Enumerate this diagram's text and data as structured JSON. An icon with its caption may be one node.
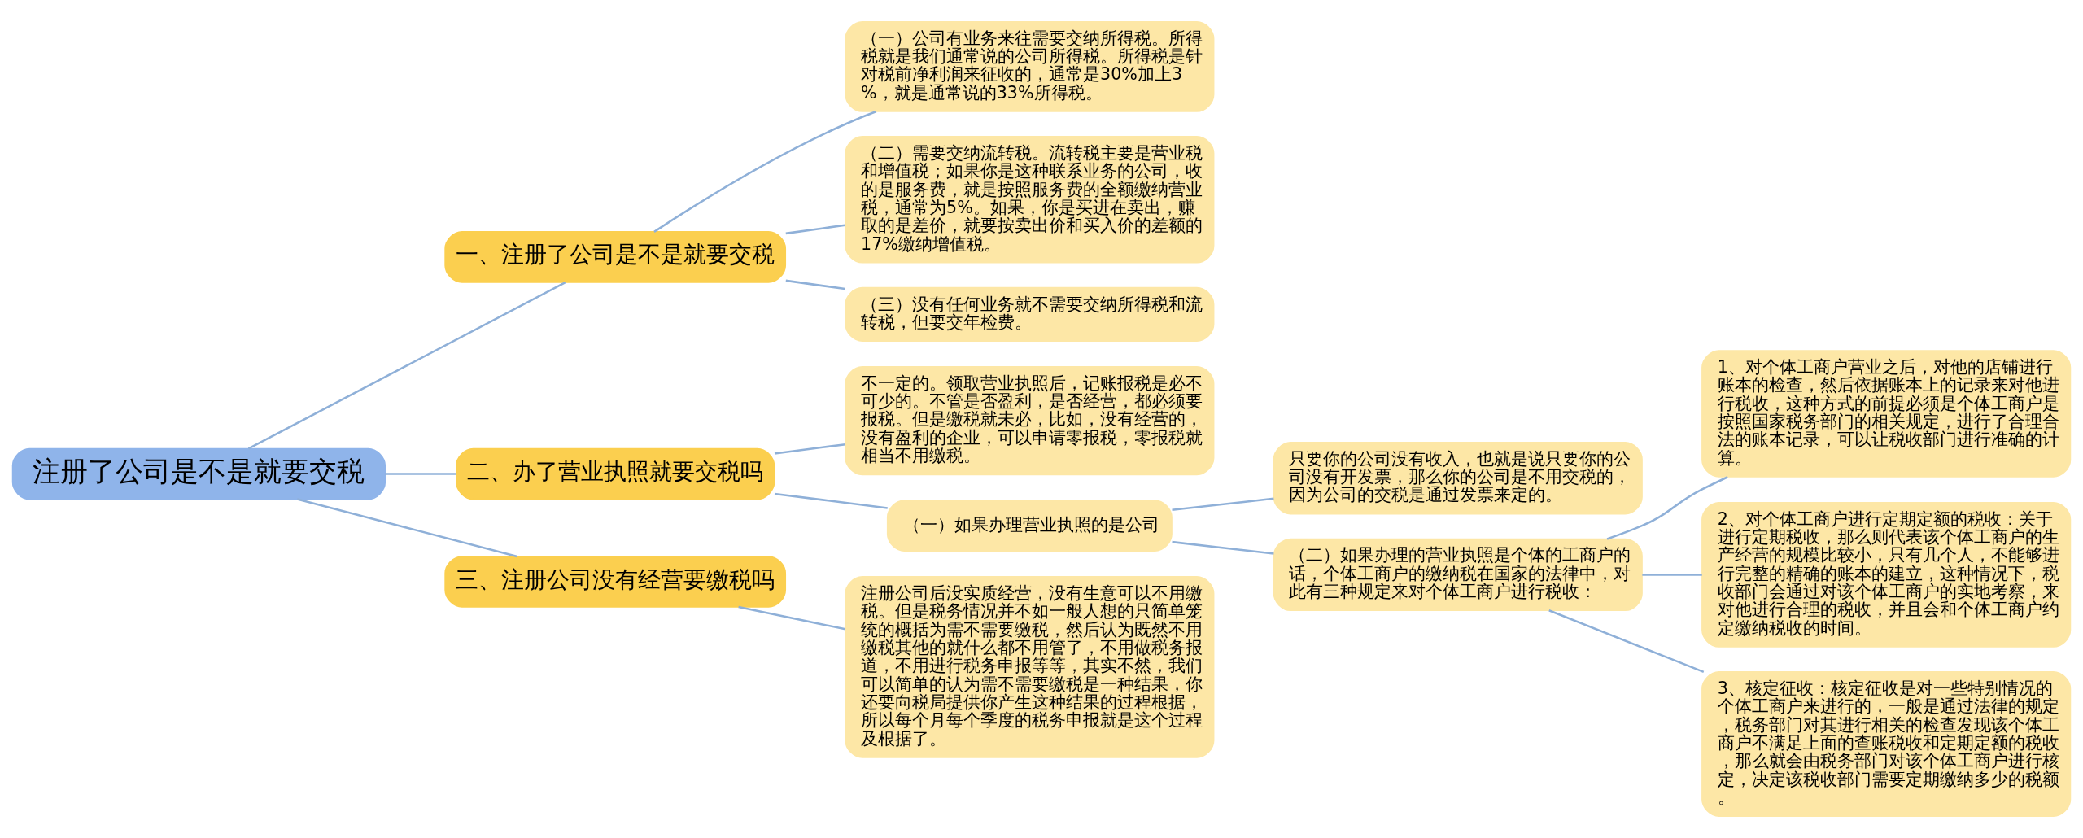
{
  "diagram": {
    "nodes": [
      {
        "text": [
          "注册了公司是不是就要交税"
        ]
      },
      {
        "text": [
          "一、注册了公司是不是就要交税"
        ]
      },
      {
        "text": [
          "（一）公司有业务来往需要交纳所得税。所得税就是我们通常说的公司所得税。所得税是针对税前净利润来征收的，通常是30%加上3%，就是通常说的33%所得税。"
        ]
      },
      {
        "text": [
          "（二）需要交纳流转税。流转税主要是营业税和增值税；如果你是这种联系业务的公司，收的是服务费，就是按照服务费的全额缴纳营业税，通常为5%。如果，你是买进在卖出，赚取的是差价，就要按卖出价和买入价的差额的17%缴纳增值税。"
        ]
      },
      {
        "text": [
          "（三）没有任何业务就不需要交纳所得税和流转税，但要交年检费。"
        ]
      },
      {
        "text": [
          "二、办了营业执照就要交税吗"
        ]
      },
      {
        "text": [
          "不一定的。领取营业执照后，记账报税是必不可少的。不管是否盈利，是否经营，都必须要报税。但是缴税就未必，比如，没有经营的，没有盈利的企业，可以申请零报税，零报税就相当不用缴税。"
        ]
      },
      {
        "text": [
          "（一）如果办理营业执照的是公司"
        ]
      },
      {
        "text": [
          "只要你的公司没有收入，也就是说只要你的公司没有开发票，那么你的公司是不用交税的，因为公司的交税是通过发票来定的。"
        ]
      },
      {
        "text": [
          "（二）如果办理的营业执照是个体的工商户的话，个体工商户的缴纳税在国家的法律中，对此有三种规定来对个体工商户进行税收："
        ]
      },
      {
        "text": [
          "1、对个体工商户营业之后，对他的店铺进行账本的检查，然后依据账本上的记录来对他进行税收，这种方式的前提必须是个体工商户是按照国家税务部门的相关规定，进行了合理合法的账本记录，可以让税收部门进行准确的计算。"
        ]
      },
      {
        "text": [
          "2、对个体工商户进行定期定额的税收：关于进行定期税收，那么则代表该个体工商户的生产经营的规模比较小，只有几个人，不能够进行完整的精确的账本的建立，这种情况下，税收部门会通过对该个体工商户的实地考察，来对他进行合理的税收，并且会和个体工商户约定缴纳税收的时间。"
        ]
      },
      {
        "text": [
          "3、核定征收：核定征收是对一些特别情况的个体工商户来进行的，一般是通过法律的规定，税务部门对其进行相关的检查发现该个体工商户不满足上面的查账税收和定期定额的税收，那么就会由税务部门对该个体工商户进行核定，决定该税收部门需要定期缴纳多少的税额。"
        ]
      },
      {
        "text": [
          "三、注册公司没有经营要缴税吗"
        ]
      },
      {
        "text": [
          "注册公司后没实质经营，没有生意可以不用缴税。但是税务情况并不如一般人想的只简单笼统的概括为需不需要缴税，然后认为既然不用缴税其他的就什么都不用管了，不用做税务报道，不用进行税务申报等等，其实不然，我们可以简单的认为需不需要缴税是一种结果，你还要向税局提供你产生这种结果的过程根据，所以每个月每个季度的税务申报就是这个过程及根据了。"
        ]
      }
    ],
    "edges": [
      {
        "from": 0,
        "to": 1,
        "arrow": "none"
      },
      {
        "from": 1,
        "to": 2,
        "arrow": "none"
      },
      {
        "from": 1,
        "to": 3,
        "arrow": "none"
      },
      {
        "from": 1,
        "to": 4,
        "arrow": "none"
      },
      {
        "from": 0,
        "to": 5,
        "arrow": "none"
      },
      {
        "from": 5,
        "to": 6,
        "arrow": "none"
      },
      {
        "from": 5,
        "to": 7,
        "arrow": "none"
      },
      {
        "from": 7,
        "to": 8,
        "arrow": "none"
      },
      {
        "from": 7,
        "to": 9,
        "arrow": "none"
      },
      {
        "from": 9,
        "to": 10,
        "arrow": "none"
      },
      {
        "from": 9,
        "to": 11,
        "arrow": "none"
      },
      {
        "from": 9,
        "to": 12,
        "arrow": "none"
      },
      {
        "from": 0,
        "to": 13,
        "arrow": "none"
      },
      {
        "from": 13,
        "to": 14,
        "arrow": "none"
      }
    ]
  }
}
